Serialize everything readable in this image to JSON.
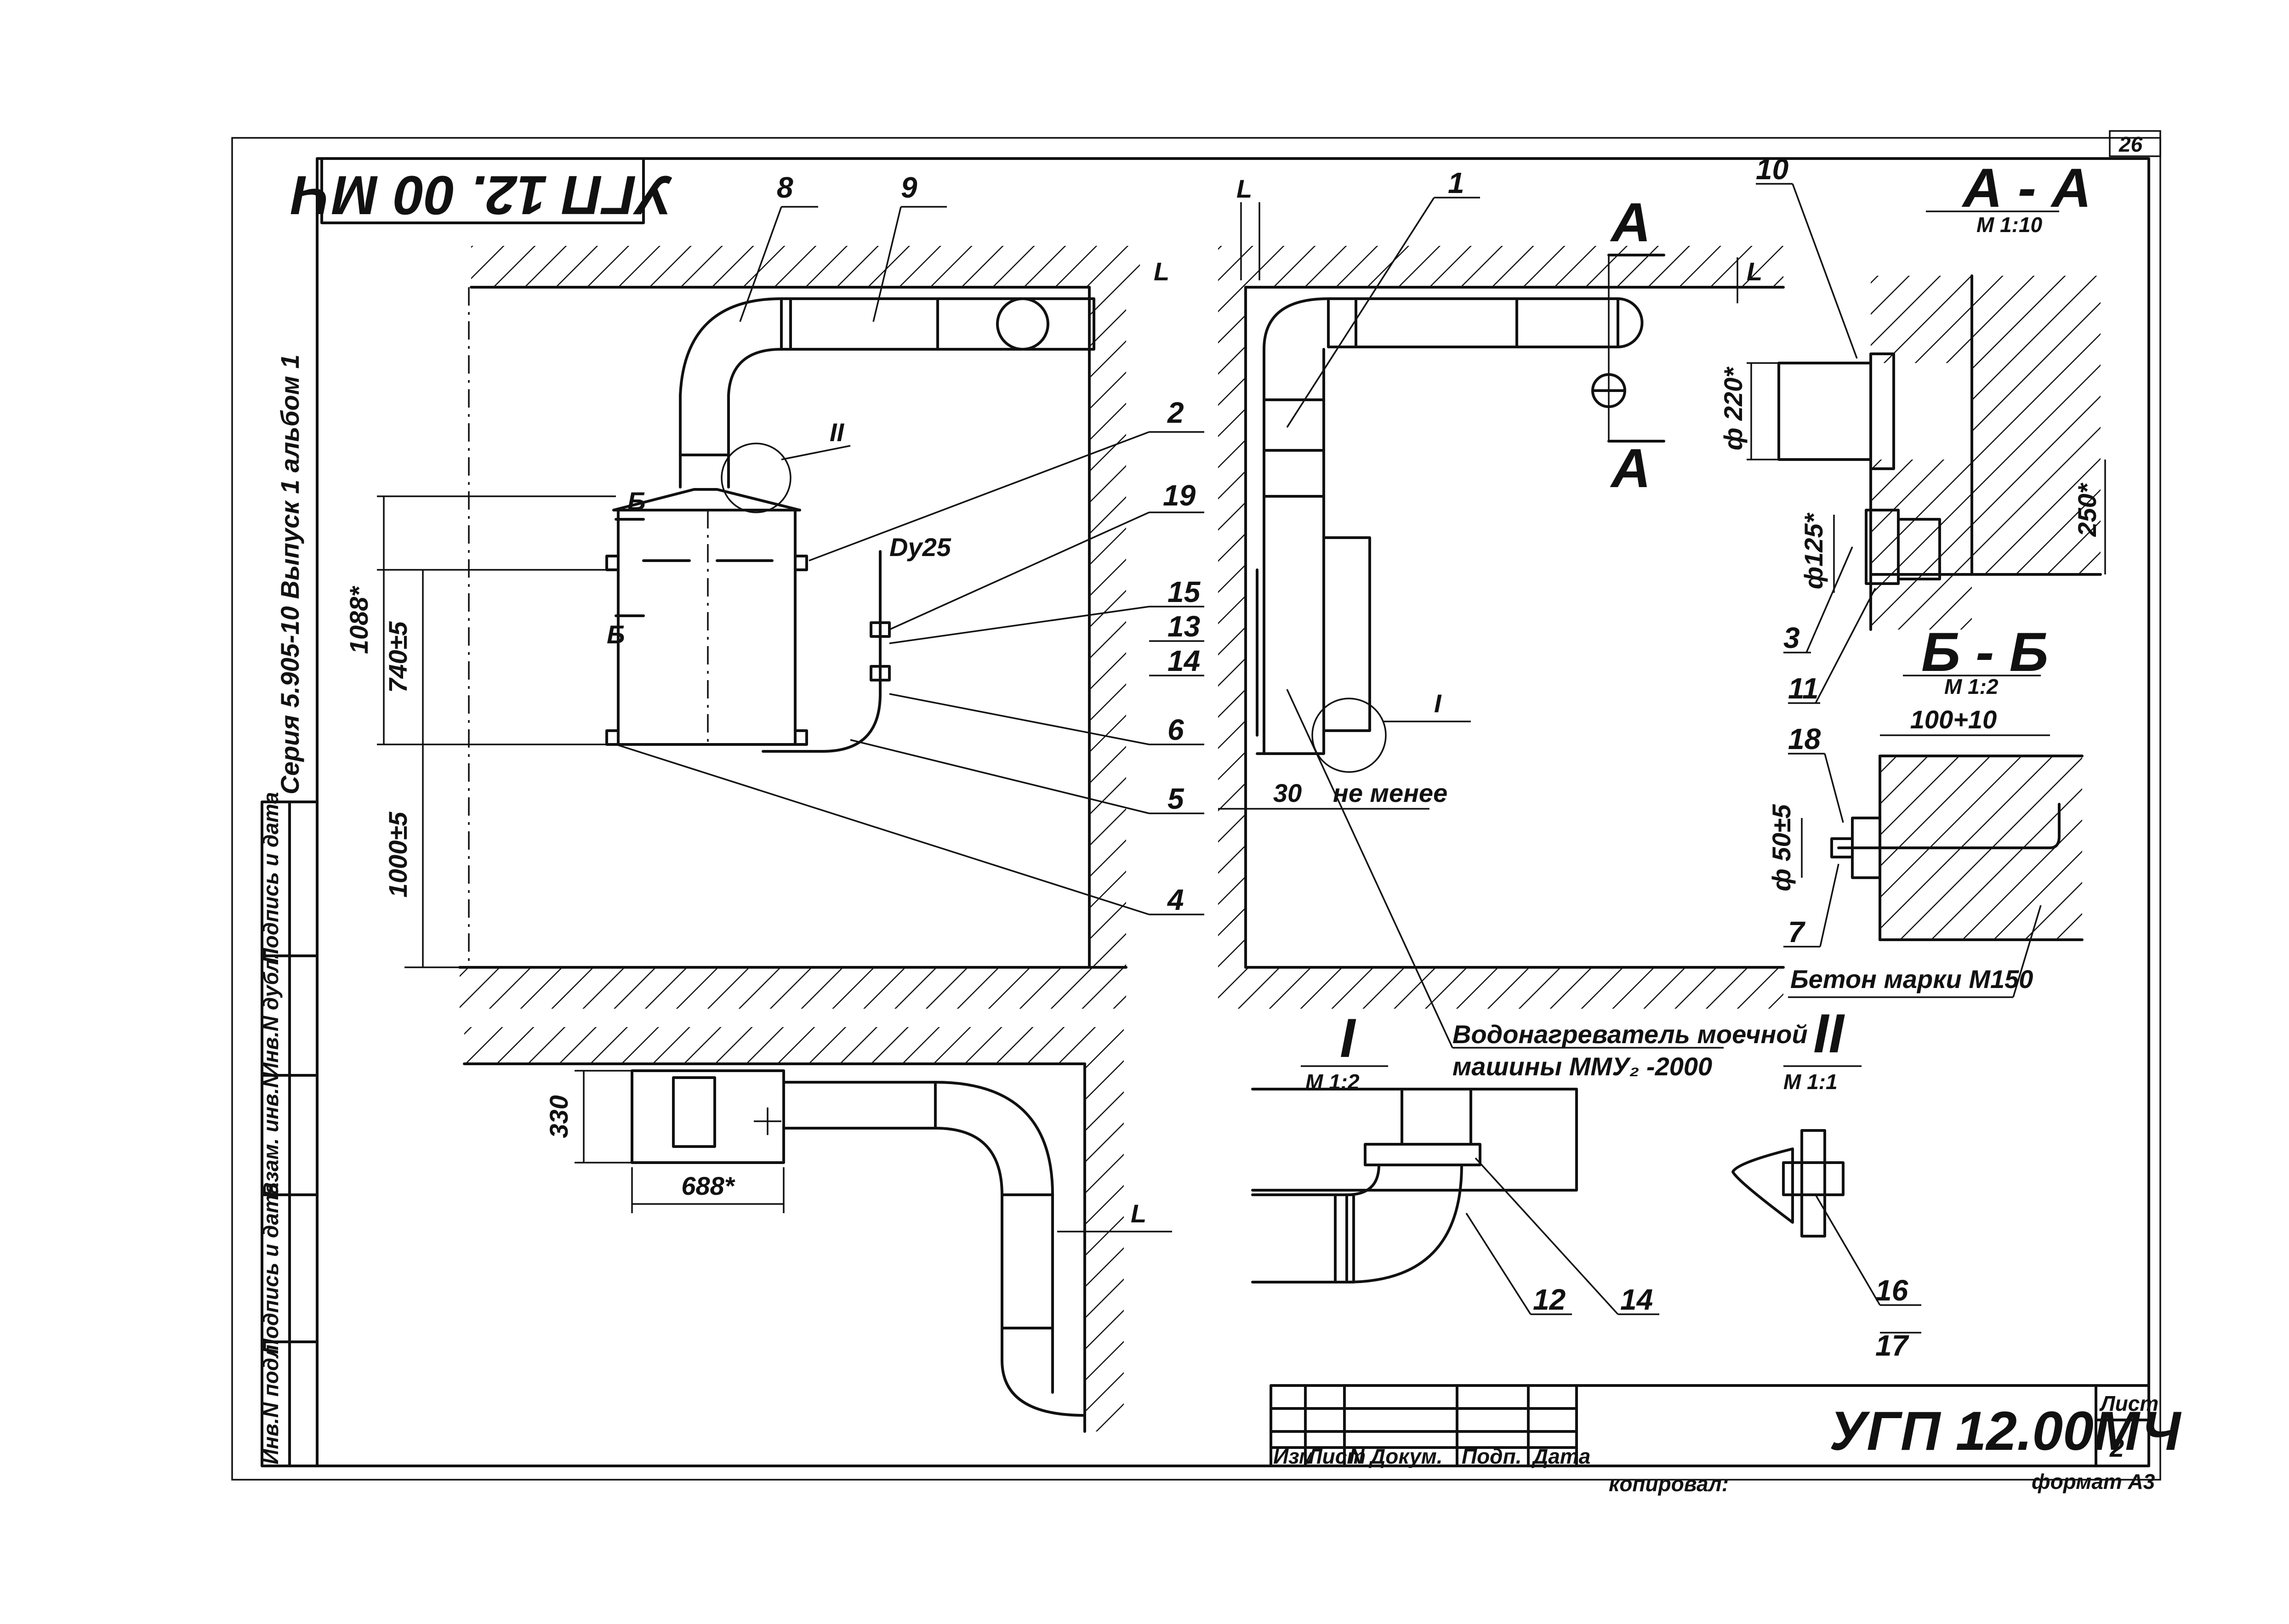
{
  "sheet": {
    "corner_number": "26",
    "stamp_code": "УГП 12.00МЧ",
    "stamp_code_rotated": "УГП 12. 00 МЧ",
    "series_text": "Серия 5.905-10 Выпуск 1 альбом 1",
    "sheet_label": "Лист",
    "sheet_number": "2",
    "copied_by": "копировал:",
    "format": "формат А3"
  },
  "title_block_cols": [
    "Изм",
    "Лист",
    "N Докум.",
    "Подп.",
    "Дата"
  ],
  "side_stamp": [
    "Инв.N подл.",
    "Подпись и дата",
    "Взам. инв.N",
    "Инв.N дубл.",
    "Подпись и дата"
  ],
  "views": {
    "section_aa": {
      "title": "А - А",
      "scale": "М 1:10"
    },
    "section_bb": {
      "title": "Б - Б",
      "scale": "М 1:2"
    },
    "detail_1": {
      "title": "I",
      "scale": "М 1:2"
    },
    "detail_2": {
      "title": "II",
      "scale": "М 1:1"
    }
  },
  "section_marks": {
    "a": "А",
    "b": "Б",
    "L": "L"
  },
  "detail_marks": {
    "one": "I",
    "two": "II"
  },
  "dimensions": {
    "d1088": "1088*",
    "d740": "740±5",
    "d1000": "1000±5",
    "d330": "330",
    "d688": "688*",
    "d30": "30",
    "not_less": "не менее",
    "phi220": "ф 220*",
    "phi125": "ф125*",
    "d250": "250*",
    "d100": "100+10",
    "phi50": "ф 50±5",
    "dy25": "Dy25"
  },
  "callouts": [
    "1",
    "2",
    "3",
    "4",
    "5",
    "6",
    "7",
    "8",
    "9",
    "10",
    "11",
    "12",
    "13",
    "14",
    "15",
    "16",
    "17",
    "18",
    "19"
  ],
  "notes": {
    "heater_line1": "Водонагреватель моечной",
    "heater_line2": "машины ММУ₂ -2000",
    "concrete": "Бетон марки М150"
  }
}
